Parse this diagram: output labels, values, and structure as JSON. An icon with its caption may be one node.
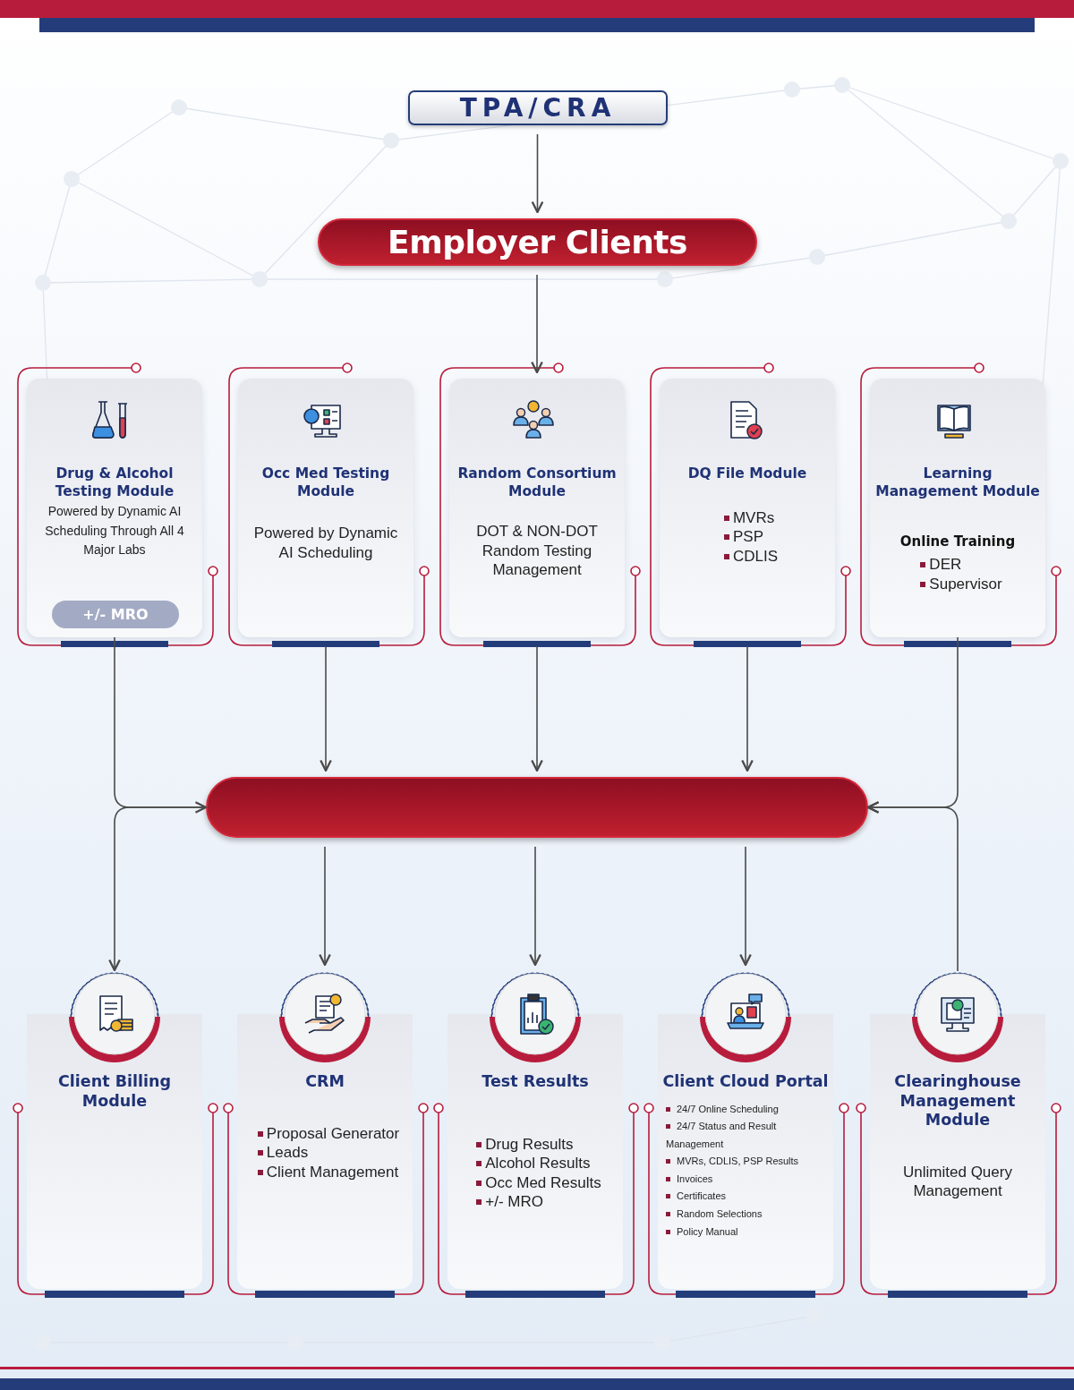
{
  "diagram": {
    "nodes": [
      {
        "text": [
          "TPA/CRA"
        ]
      },
      {
        "text": [
          "Employer Clients"
        ]
      },
      {
        "text": [
          "Drug & Alcohol Testing Module",
          "Powered by Dynamic AI Scheduling Through All 4 Major Labs"
        ]
      },
      {
        "text": [
          "+/- MRO"
        ],
        "in": 2
      },
      {
        "text": [
          "Occ Med Testing Module",
          "Powered by Dynamic AI Scheduling"
        ]
      },
      {
        "text": [
          "Random Consortium Module",
          "DOT & NON-DOT Random Testing Management"
        ]
      },
      {
        "text": [
          "DQ File Module",
          "MVRs",
          "PSP",
          "CDLIS"
        ]
      },
      {
        "text": [
          "Learning Management Module",
          "Online Training",
          "DER",
          "Supervisor"
        ]
      },
      {
        "text": [],
        "shape": "box"
      },
      {
        "text": [
          "Client Billing Module"
        ]
      },
      {
        "text": [
          "CRM",
          "Proposal Generator",
          "Leads",
          "Client Management"
        ]
      },
      {
        "text": [
          "Test Results",
          "Drug Results",
          "Alcohol Results",
          "Occ Med Results",
          "+/- MRO"
        ]
      },
      {
        "text": [
          "Client Cloud Portal",
          "24/7 Online Scheduling",
          "24/7 Status and Result Management",
          "MVRs, CDLIS, PSP Results",
          "Invoices",
          "Certificates",
          "Random Selections",
          "Policy Manual"
        ]
      },
      {
        "text": [
          "Clearinghouse Management Module",
          "Unlimited Query Management"
        ]
      }
    ],
    "edges": [
      {
        "from": 0,
        "to": 1,
        "arrow": "to"
      },
      {
        "from": 1,
        "to": 5,
        "arrow": "to"
      },
      {
        "from": 2,
        "to": 8,
        "arrow": "to"
      },
      {
        "from": 4,
        "to": 8,
        "arrow": "to"
      },
      {
        "from": 5,
        "to": 8,
        "arrow": "to"
      },
      {
        "from": 6,
        "to": 8,
        "arrow": "to"
      },
      {
        "from": 7,
        "to": 8,
        "arrow": "to"
      },
      {
        "from": 13,
        "to": 8,
        "arrow": "to"
      },
      {
        "from": 8,
        "to": 9,
        "arrow": "to"
      },
      {
        "from": 8,
        "to": 10,
        "arrow": "to"
      },
      {
        "from": 8,
        "to": 11,
        "arrow": "to"
      },
      {
        "from": 8,
        "to": 12,
        "arrow": "to"
      }
    ]
  }
}
